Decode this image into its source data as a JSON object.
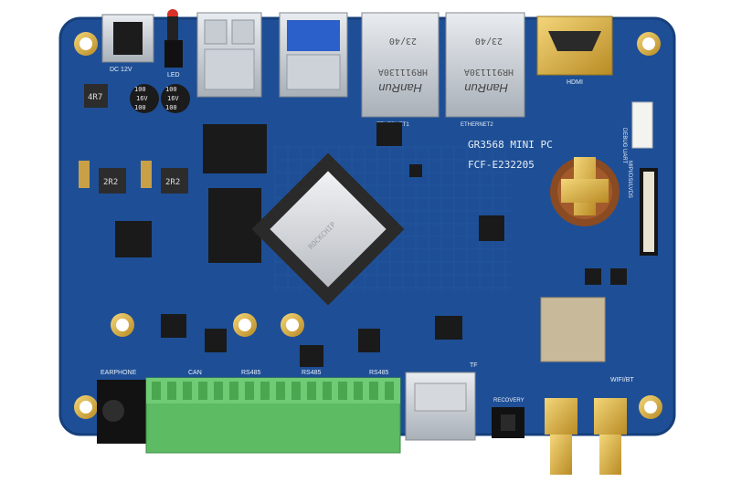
{
  "board": {
    "model_label": "GR3568 MINI PC",
    "fcc_label": "FCF-E232205",
    "colors": {
      "pcb": "#1e4f96",
      "pcb_edge": "#163f7c",
      "gold": "#d8b24a",
      "terminal": "#5dbb63"
    }
  },
  "silkscreen": {
    "dc_label": "DC 12V",
    "led_label": "LED",
    "hdmi_label": "HDMI",
    "ethernet1_label": "ETHERNET1",
    "ethernet2_label": "ETHERNET2",
    "debug_label": "DEBUG UART",
    "mipi_label": "MIPI/DSI/LVDS",
    "earphone_label": "EARPHONE",
    "can_label": "CAN",
    "rs485_a_label": "RS485",
    "rs485_b_label": "RS485",
    "rs485_c_label": "RS485",
    "tf_label": "TF",
    "recovery_label": "RECOVERY",
    "wifi_bt_label": "WIFI/BT"
  },
  "components": {
    "inductor_4r7": "4R7",
    "inductor_2r2_left": "2R2",
    "inductor_2r2_right": "2R2",
    "cap_left_top": "100",
    "cap_left_mid": "16V",
    "cap_left_bot": "100",
    "cap_right_top": "100",
    "cap_right_mid": "16V",
    "cap_right_bot": "100",
    "rj45_left_model": "HR911130A",
    "rj45_left_brand": "HanRun",
    "rj45_left_code": "23/40",
    "rj45_right_model": "HR911130A",
    "rj45_right_brand": "HanRun",
    "rj45_right_code": "23/40",
    "soc_marking": "ROCKCHIP"
  }
}
